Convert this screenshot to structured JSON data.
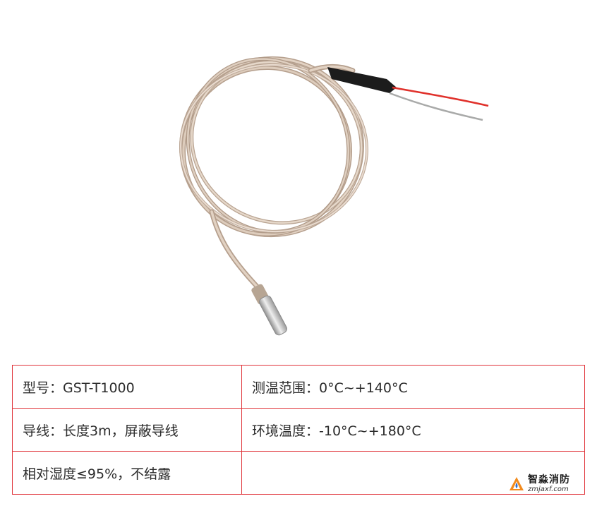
{
  "product_image": {
    "subject": "cable-temperature-sensor",
    "colors": {
      "sheath": "#d9c7b7",
      "sheath_shadow": "#b59f8d",
      "sleeve": "#1c1c1c",
      "red_wire": "#e0312b",
      "grey_wire": "#a9aaa9",
      "probe": "#c9c9c9"
    }
  },
  "specs": {
    "rows": [
      {
        "left": "型号：GST-T1000",
        "right": "测温范围：0°C~+140°C"
      },
      {
        "left": "导线：长度3m，屏蔽导线",
        "right": "环境温度：-10°C~+180°C"
      },
      {
        "left": "相对湿度≤95%，不结露",
        "right": ""
      }
    ],
    "border_color": "#e0343a"
  },
  "watermark": {
    "name": "智淼消防",
    "domain": "zmjaxf.com",
    "logo_icon": "flame-triangle-icon",
    "accent": "#f28b1e"
  }
}
